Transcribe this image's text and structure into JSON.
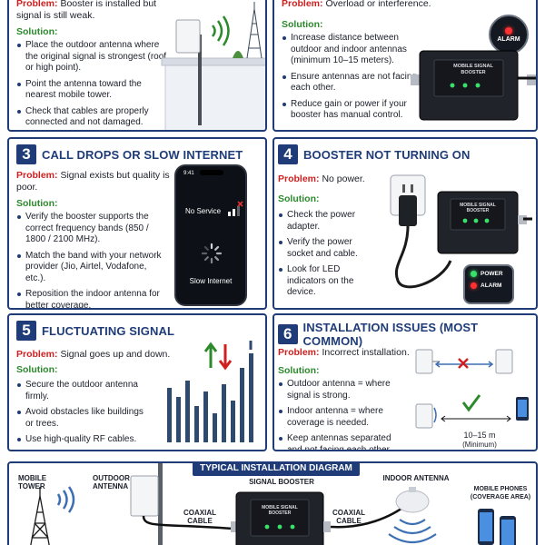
{
  "panel1": {
    "problem_label": "Problem:",
    "problem_text": "Booster is installed but signal is still weak.",
    "solution_label": "Solution:",
    "items": [
      "Place the outdoor antenna where the original signal is strongest (roof or high point).",
      "Point the antenna toward the nearest mobile tower.",
      "Check that cables are properly connected and not damaged."
    ]
  },
  "panel2": {
    "problem_label": "Problem:",
    "problem_text": "Overload or interference.",
    "solution_label": "Solution:",
    "items": [
      "Increase distance between outdoor and indoor antennas (minimum 10–15 meters).",
      "Ensure antennas are not facing each other.",
      "Reduce gain or power if your booster has manual control."
    ],
    "alarm_label": "ALARM",
    "device_label": "MOBILE SIGNAL BOOSTER"
  },
  "panel3": {
    "number": "3",
    "title": "CALL DROPS OR SLOW INTERNET",
    "problem_label": "Problem:",
    "problem_text": "Signal exists but quality is poor.",
    "solution_label": "Solution:",
    "items": [
      "Verify the booster supports the correct frequency bands (850 / 1800 / 2100 MHz).",
      "Match the band with your network provider (Jio, Airtel, Vodafone, etc.).",
      "Reposition the indoor antenna for better coverage."
    ],
    "phone_time": "9:41",
    "phone_no_service": "No Service",
    "phone_slow": "Slow Internet"
  },
  "panel4": {
    "number": "4",
    "title": "BOOSTER NOT TURNING ON",
    "problem_label": "Problem:",
    "problem_text": "No power.",
    "solution_label": "Solution:",
    "items": [
      "Check the power adapter.",
      "Verify the power socket and cable.",
      "Look for LED indicators on the device."
    ],
    "device_label": "MOBILE SIGNAL BOOSTER",
    "power_label": "POWER",
    "alarm_label": "ALARM"
  },
  "panel5": {
    "number": "5",
    "title": "FLUCTUATING SIGNAL",
    "problem_label": "Problem:",
    "problem_text": "Signal goes up and down.",
    "solution_label": "Solution:",
    "items": [
      "Secure the outdoor antenna firmly.",
      "Avoid obstacles like buildings or trees.",
      "Use high-quality RF cables."
    ]
  },
  "panel6": {
    "number": "6",
    "title": "INSTALLATION ISSUES (MOST COMMON)",
    "problem_label": "Problem:",
    "problem_text": "Incorrect installation.",
    "solution_label": "Solution:",
    "items": [
      "Outdoor antenna = where signal is strong.",
      "Indoor antenna = where coverage is needed.",
      "Keep antennas separated and not facing each other."
    ],
    "distance": "10–15 m",
    "distance_note": "(Minimum)"
  },
  "diagram": {
    "title": "TYPICAL INSTALLATION DIAGRAM",
    "mobile_tower": "MOBILE TOWER",
    "outdoor_antenna": "OUTDOOR ANTENNA",
    "coaxial_cable_1": "COAXIAL CABLE",
    "signal_booster": "SIGNAL BOOSTER",
    "coaxial_cable_2": "COAXIAL CABLE",
    "indoor_antenna": "INDOOR ANTENNA",
    "mobile_phones": "MOBILE PHONES (COVERAGE AREA)",
    "device_label": "MOBILE SIGNAL BOOSTER"
  },
  "colors": {
    "navy": "#1f3c78",
    "red": "#d01f1f",
    "green": "#2c8a2c"
  }
}
